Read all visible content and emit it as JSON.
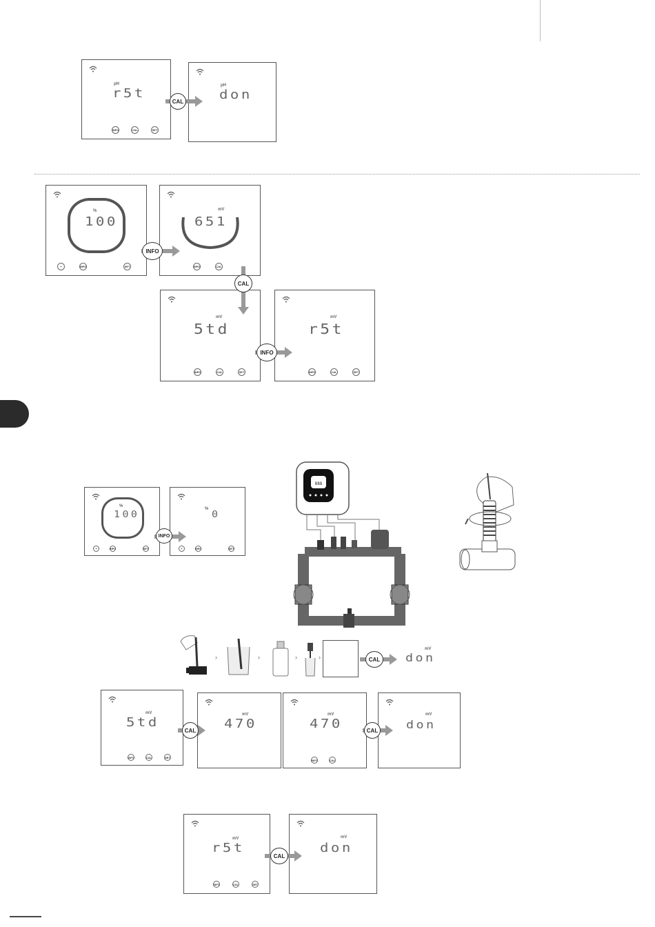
{
  "units": {
    "percent": "%",
    "millivolt": "mV",
    "ph": "pH"
  },
  "buttons": {
    "info": "INFO",
    "cal": "CAL",
    "set": "SET",
    "plus": "+"
  },
  "readings": {
    "rst": "r5t",
    "don": "don",
    "hundred": "100",
    "v651": "651",
    "std": "5td",
    "zero": "0",
    "v470": "470"
  },
  "transitions": {
    "cal": "CAL",
    "info": "INFO"
  },
  "icons": {
    "wifi": "wifi-icon",
    "arrow": "arrow-right-icon",
    "controller": "controller-device-icon",
    "pipe": "pipe-manifold-icon",
    "probe": "probe-icon",
    "beaker": "beaker-icon",
    "bottle": "bottle-icon"
  },
  "colors": {
    "ring": "#555555",
    "arrow": "#999999",
    "tab": "#2b2b2b"
  }
}
